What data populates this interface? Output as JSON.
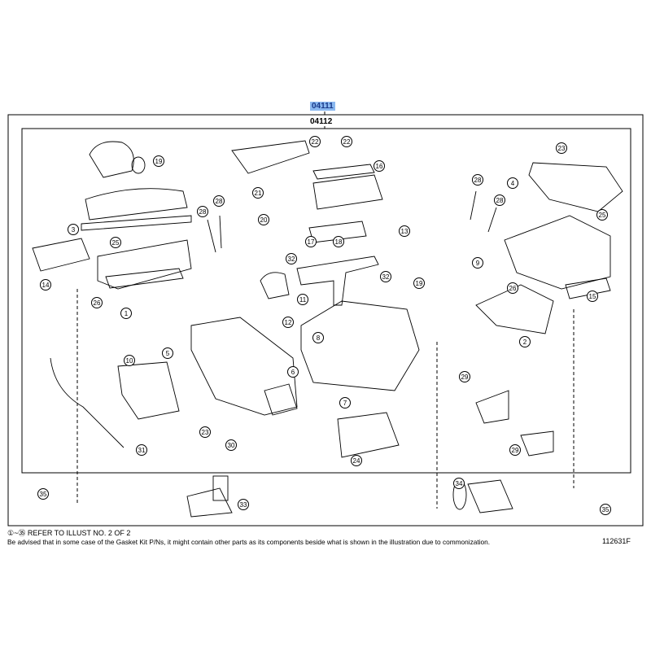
{
  "header": {
    "kit_part": "04111",
    "sub_kit_part": "04112"
  },
  "callouts": [
    "19",
    "22",
    "22",
    "16",
    "21",
    "28",
    "28",
    "20",
    "3",
    "25",
    "14",
    "26",
    "1",
    "32",
    "11",
    "12",
    "32",
    "17",
    "18",
    "13",
    "19",
    "23",
    "4",
    "28",
    "28",
    "25",
    "9",
    "26",
    "15",
    "2",
    "5",
    "10",
    "8",
    "6",
    "7",
    "24",
    "23",
    "30",
    "31",
    "29",
    "29",
    "34",
    "35",
    "33",
    "35"
  ],
  "footer": {
    "refer_note": "①~㉟ REFER TO ILLUST NO. 2 OF 2",
    "advisory": "Be advised that in some case of the Gasket Kit P/Ns,  it might contain other parts as its components beside what is shown in the illustration due to commonization.",
    "figure_id": "112631F"
  },
  "colors": {
    "highlight": "#8ab8f0",
    "line": "#000000"
  }
}
